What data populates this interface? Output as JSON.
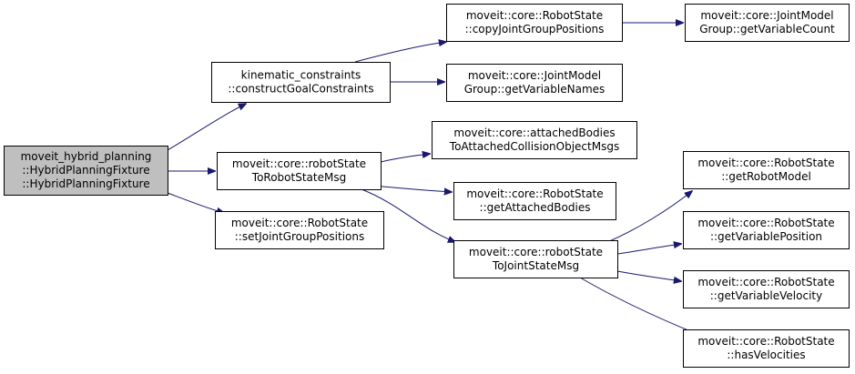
{
  "nodes": [
    {
      "id": "root",
      "lines": [
        "moveit_hybrid_planning",
        "::HybridPlanningFixture",
        "::HybridPlanningFixture"
      ],
      "root": true
    },
    {
      "id": "construct",
      "lines": [
        "kinematic_constraints",
        "::constructGoalConstraints"
      ]
    },
    {
      "id": "rs2rsm",
      "lines": [
        "moveit::core::robotState",
        "ToRobotStateMsg"
      ]
    },
    {
      "id": "setjgp",
      "lines": [
        "moveit::core::RobotState",
        "::setJointGroupPositions"
      ]
    },
    {
      "id": "copyjgp",
      "lines": [
        "moveit::core::RobotState",
        "::copyJointGroupPositions"
      ]
    },
    {
      "id": "getvarnames",
      "lines": [
        "moveit::core::JointModel",
        "Group::getVariableNames"
      ]
    },
    {
      "id": "getvarcount",
      "lines": [
        "moveit::core::JointModel",
        "Group::getVariableCount"
      ]
    },
    {
      "id": "attbodies",
      "lines": [
        "moveit::core::attachedBodies",
        "ToAttachedCollisionObjectMsgs"
      ]
    },
    {
      "id": "getattached",
      "lines": [
        "moveit::core::RobotState",
        "::getAttachedBodies"
      ]
    },
    {
      "id": "rs2jsm",
      "lines": [
        "moveit::core::robotState",
        "ToJointStateMsg"
      ]
    },
    {
      "id": "getrobotmodel",
      "lines": [
        "moveit::core::RobotState",
        "::getRobotModel"
      ]
    },
    {
      "id": "getvarpos",
      "lines": [
        "moveit::core::RobotState",
        "::getVariablePosition"
      ]
    },
    {
      "id": "getvarvel",
      "lines": [
        "moveit::core::RobotState",
        "::getVariableVelocity"
      ]
    },
    {
      "id": "hasvel",
      "lines": [
        "moveit::core::RobotState",
        "::hasVelocities"
      ]
    }
  ],
  "edges": [
    {
      "from": "root",
      "to": "construct"
    },
    {
      "from": "root",
      "to": "rs2rsm"
    },
    {
      "from": "root",
      "to": "setjgp"
    },
    {
      "from": "construct",
      "to": "copyjgp"
    },
    {
      "from": "construct",
      "to": "getvarnames"
    },
    {
      "from": "copyjgp",
      "to": "getvarcount"
    },
    {
      "from": "rs2rsm",
      "to": "attbodies"
    },
    {
      "from": "rs2rsm",
      "to": "getattached"
    },
    {
      "from": "rs2rsm",
      "to": "rs2jsm"
    },
    {
      "from": "rs2jsm",
      "to": "getrobotmodel"
    },
    {
      "from": "rs2jsm",
      "to": "getvarpos"
    },
    {
      "from": "rs2jsm",
      "to": "getvarvel"
    },
    {
      "from": "rs2jsm",
      "to": "hasvel"
    }
  ],
  "colors": {
    "edge": "#191970",
    "root_fill": "#bfbfbf",
    "node_fill": "#ffffff",
    "border": "#000000"
  }
}
